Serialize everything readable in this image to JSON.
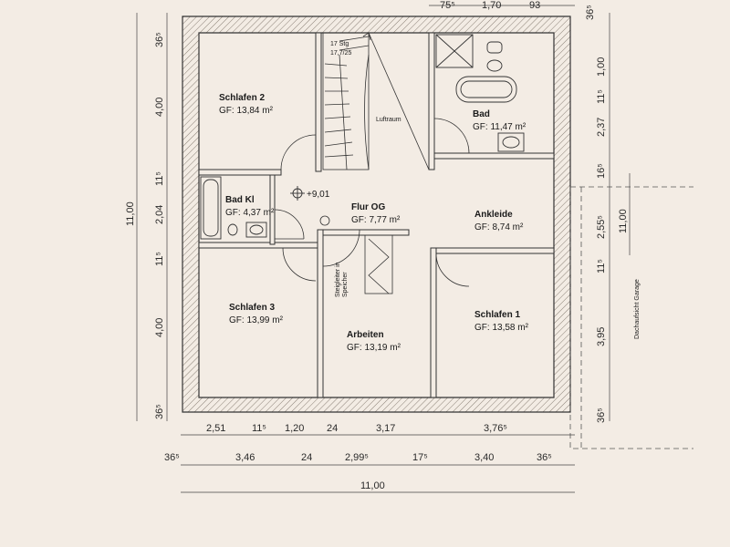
{
  "rooms": {
    "schlafen2": {
      "name": "Schlafen 2",
      "area": "GF: 13,84 m²"
    },
    "bad": {
      "name": "Bad",
      "area": "GF: 11,47 m²"
    },
    "badkl": {
      "name": "Bad Kl",
      "area": "GF: 4,37 m²"
    },
    "flur": {
      "name": "Flur OG",
      "area": "GF: 7,77 m²"
    },
    "ankleide": {
      "name": "Ankleide",
      "area": "GF: 8,74 m²"
    },
    "schlafen3": {
      "name": "Schlafen 3",
      "area": "GF: 13,99 m²"
    },
    "arbeiten": {
      "name": "Arbeiten",
      "area": "GF: 13,19 m²"
    },
    "schlafen1": {
      "name": "Schlafen 1",
      "area": "GF: 13,58 m²"
    }
  },
  "labels": {
    "luftraum": "Luftraum",
    "stair_steps": "17 Stg",
    "stair_ratio": "17,7/25",
    "level": "+9,01",
    "steigleiter1": "Steigleiter in",
    "steigleiter2": "Speicher",
    "garage": "Dachaufsicht Garage"
  },
  "dims": {
    "top": [
      "75⁵",
      "1,70",
      "93",
      "36⁵"
    ],
    "left": [
      "36⁵",
      "4,00",
      "11⁵",
      "2,04",
      "11⁵",
      "4,00",
      "36⁵",
      "11,00"
    ],
    "right": [
      "1,00",
      "11⁵",
      "2,37",
      "16⁵",
      "2,55⁵",
      "11⁵",
      "3,95",
      "36⁵",
      "11,00"
    ],
    "bottom1": [
      "2,51",
      "11⁵",
      "1,20",
      "24",
      "3,17",
      "3,76⁵"
    ],
    "bottom2": [
      "36⁵",
      "3,46",
      "24",
      "2,99⁵",
      "17⁵",
      "3,40",
      "36⁵"
    ],
    "bottom3": [
      "11,00"
    ]
  }
}
